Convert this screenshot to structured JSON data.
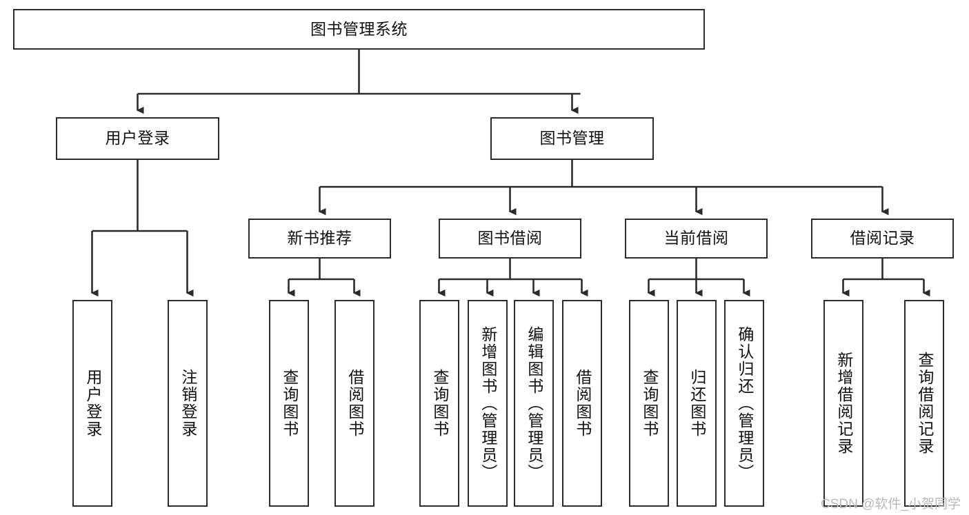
{
  "diagram": {
    "title": "图书管理系统",
    "type": "tree-hierarchy",
    "root": {
      "label": "图书管理系统"
    },
    "level2": [
      {
        "label": "用户登录"
      },
      {
        "label": "图书管理"
      }
    ],
    "level3": [
      {
        "label": "新书推荐"
      },
      {
        "label": "图书借阅"
      },
      {
        "label": "当前借阅"
      },
      {
        "label": "借阅记录"
      }
    ],
    "leaves": {
      "user_login": [
        {
          "label": "用户登录"
        },
        {
          "label": "注销登录"
        }
      ],
      "new_book_recommend": [
        {
          "label": "查询图书"
        },
        {
          "label": "借阅图书"
        }
      ],
      "book_borrow": [
        {
          "label": "查询图书"
        },
        {
          "label": "新增图书（管理员）"
        },
        {
          "label": "编辑图书（管理员）"
        },
        {
          "label": "借阅图书"
        }
      ],
      "current_borrow": [
        {
          "label": "查询图书"
        },
        {
          "label": "归还图书"
        },
        {
          "label": "确认归还（管理员）"
        }
      ],
      "borrow_record": [
        {
          "label": "新增借阅记录"
        },
        {
          "label": "查询借阅记录"
        }
      ]
    }
  },
  "watermark": {
    "text": "CSDN @软件_小贺同学"
  },
  "colors": {
    "stroke": "#2b2b2b",
    "background": "#ffffff",
    "text": "#111111",
    "watermark": "#b9b9b9"
  }
}
